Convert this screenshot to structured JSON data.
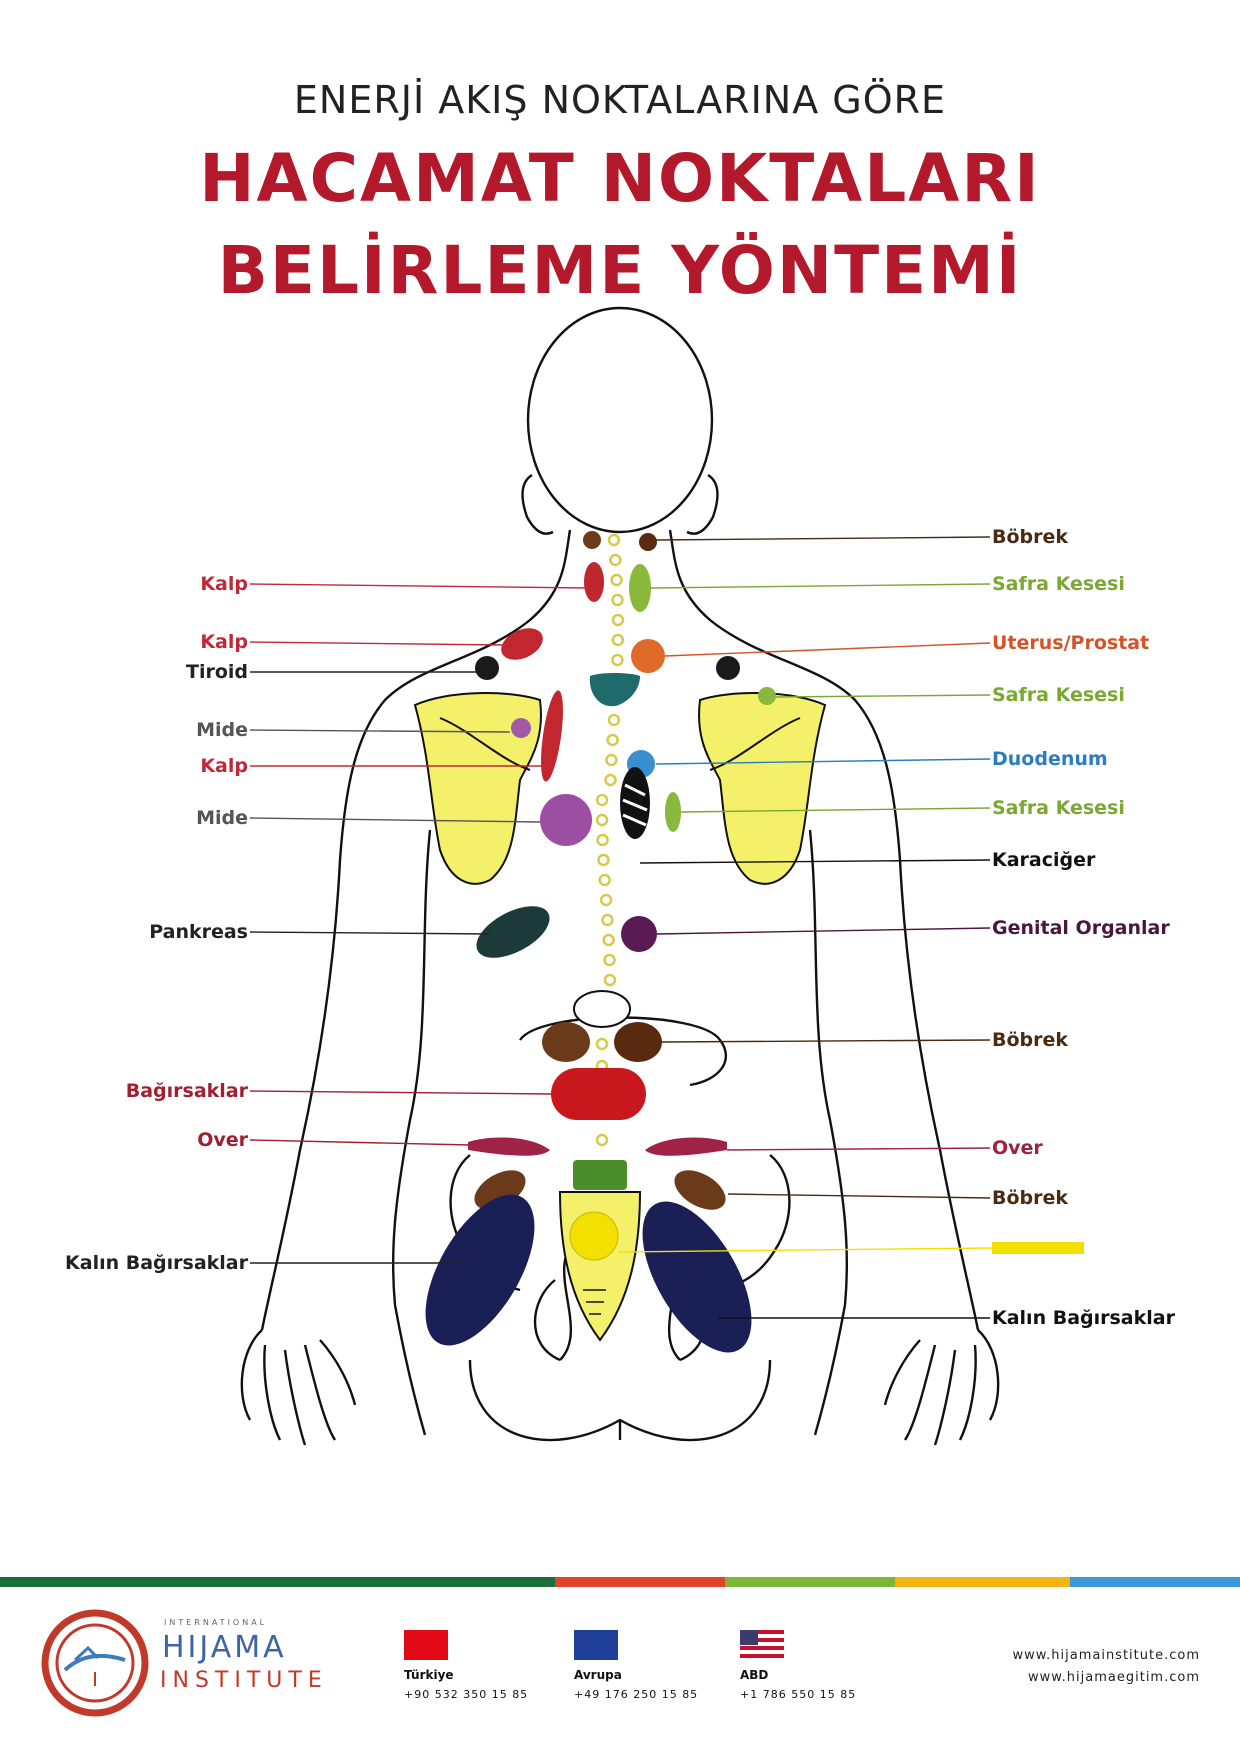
{
  "header": {
    "subtitle": "ENERJİ AKIŞ NOKTALARINA GÖRE",
    "title_line1": "HACAMAT NOKTALARI",
    "title_line2": "BELİRLEME YÖNTEMİ"
  },
  "labels_left": [
    {
      "text": "Kalp",
      "color": "#c0293a"
    },
    {
      "text": "Kalp",
      "color": "#c0293a"
    },
    {
      "text": "Tiroid",
      "color": "#222222"
    },
    {
      "text": "Mide",
      "color": "#555555"
    },
    {
      "text": "Kalp",
      "color": "#c0293a"
    },
    {
      "text": "Mide",
      "color": "#555555"
    },
    {
      "text": "Pankreas",
      "color": "#222222"
    },
    {
      "text": "Bağırsaklar",
      "color": "#a02030"
    },
    {
      "text": "Over",
      "color": "#a02030"
    },
    {
      "text": "Kalın Bağırsaklar",
      "color": "#222222"
    }
  ],
  "labels_right": [
    {
      "text": "Böbrek",
      "color": "#4a2a10"
    },
    {
      "text": "Safra Kesesi",
      "color": "#7aa832"
    },
    {
      "text": "Uterus/Prostat",
      "color": "#d2552a"
    },
    {
      "text": "Safra Kesesi",
      "color": "#7aa832"
    },
    {
      "text": "Duodenum",
      "color": "#2c7dbf"
    },
    {
      "text": "Safra Kesesi",
      "color": "#7aa832"
    },
    {
      "text": "Karaciğer",
      "color": "#111111"
    },
    {
      "text": "Genital Organlar",
      "color": "#4a1640"
    },
    {
      "text": "Böbrek",
      "color": "#4a2a10"
    },
    {
      "text": "Over",
      "color": "#a02040"
    },
    {
      "text": "Böbrek",
      "color": "#4a2a10"
    },
    {
      "text": "",
      "color": "#f3e000"
    },
    {
      "text": "Kalın Bağırsaklar",
      "color": "#111111"
    }
  ],
  "colors": {
    "title_red": "#b3182b",
    "scapula_yellow": "#f4f06a",
    "spine_dot": "#d8c94a"
  },
  "footer": {
    "brand_small": "INTERNATIONAL",
    "brand_main": "HIJAMA",
    "brand_sub": "INSTITUTE",
    "offices": [
      {
        "name": "Türkiye",
        "phone": "+90 532 350 15 85"
      },
      {
        "name": "Avrupa",
        "phone": "+49 176 250 15 85"
      },
      {
        "name": "ABD",
        "phone": "+1 786 550 15 85"
      }
    ],
    "web_line1": "www.hijamainstitute.com",
    "web_line2": "www.hijamaegitim.com"
  }
}
